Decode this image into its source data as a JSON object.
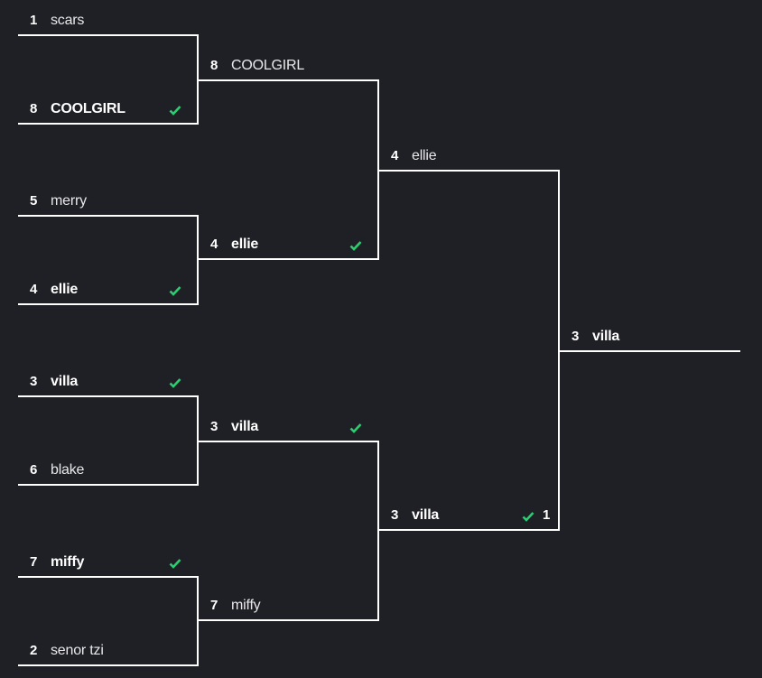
{
  "colors": {
    "background": "#1f2026",
    "line": "#ffffff",
    "check": "#2ecc71"
  },
  "bracket": {
    "round1": [
      {
        "seed": "1",
        "name": "scars",
        "winner": false
      },
      {
        "seed": "8",
        "name": "COOLGIRL",
        "winner": true
      },
      {
        "seed": "5",
        "name": "merry",
        "winner": false
      },
      {
        "seed": "4",
        "name": "ellie",
        "winner": true
      },
      {
        "seed": "3",
        "name": "villa",
        "winner": true
      },
      {
        "seed": "6",
        "name": "blake",
        "winner": false
      },
      {
        "seed": "7",
        "name": "miffy",
        "winner": true
      },
      {
        "seed": "2",
        "name": "senor tzi",
        "winner": false
      }
    ],
    "round2": [
      {
        "seed": "8",
        "name": "COOLGIRL",
        "winner": false
      },
      {
        "seed": "4",
        "name": "ellie",
        "winner": true
      },
      {
        "seed": "3",
        "name": "villa",
        "winner": true
      },
      {
        "seed": "7",
        "name": "miffy",
        "winner": false
      }
    ],
    "round3": [
      {
        "seed": "4",
        "name": "ellie",
        "winner": false
      },
      {
        "seed": "3",
        "name": "villa",
        "winner": true,
        "score": "1"
      }
    ],
    "final": {
      "seed": "3",
      "name": "villa",
      "winner": true
    }
  }
}
